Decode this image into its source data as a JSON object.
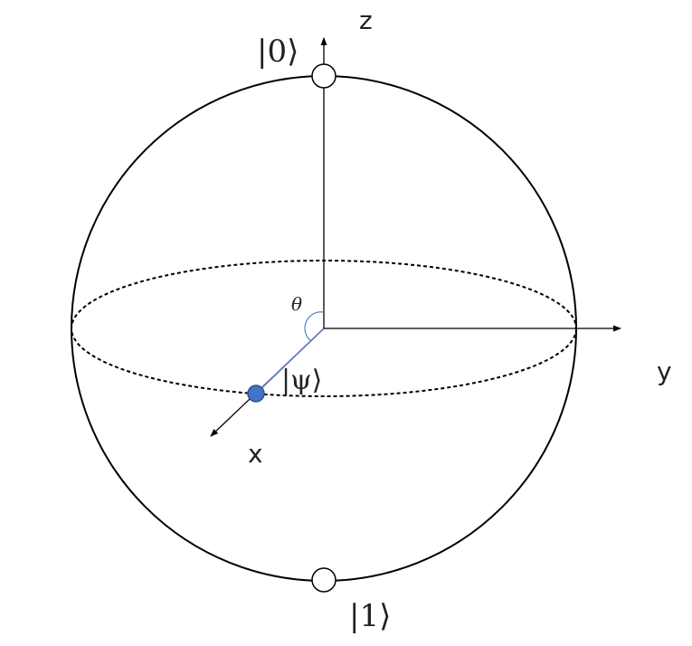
{
  "axes": {
    "z_label": "z",
    "y_label": "y",
    "x_label": "x"
  },
  "states": {
    "zero_label": "|0⟩",
    "one_label": "|1⟩",
    "psi_label": "|ψ⟩"
  },
  "angle_label": "θ",
  "colors": {
    "line": "#000000",
    "psi_fill": "#4472c4",
    "psi_stroke": "#2f528f",
    "psi_vector": "#5b7fc0",
    "pole_fill": "#ffffff"
  }
}
